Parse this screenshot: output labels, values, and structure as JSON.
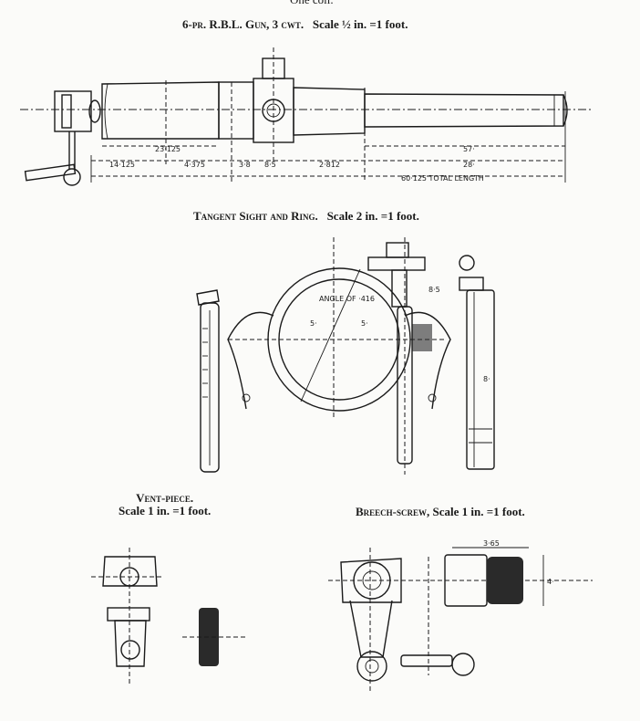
{
  "page": {
    "header": "One coll.",
    "gun_caption": {
      "title": "6-pr. R.B.L. Gun, 3 cwt.",
      "scale": "Scale ½ in. =1 foot."
    },
    "sight_caption": {
      "title": "Tangent Sight and Ring.",
      "scale": "Scale 2 in. =1 foot."
    },
    "vent_caption": {
      "title": "Vent-piece.",
      "scale": "Scale 1 in. =1 foot."
    },
    "breech_caption": {
      "title": "Breech-screw,",
      "scale": "Scale 1 in. =1 foot."
    }
  },
  "gun_dims": [
    "23·125",
    "14·125",
    "4·375",
    "3·8",
    "8·5",
    "2·812",
    "57·",
    "28·",
    "60·125 TOTAL LENGTH"
  ],
  "sight_dims": [
    "ANGLE OF ·416",
    "5·",
    "5·",
    "8·5",
    "8·"
  ],
  "breech_dims": [
    "3·65",
    "4·"
  ]
}
